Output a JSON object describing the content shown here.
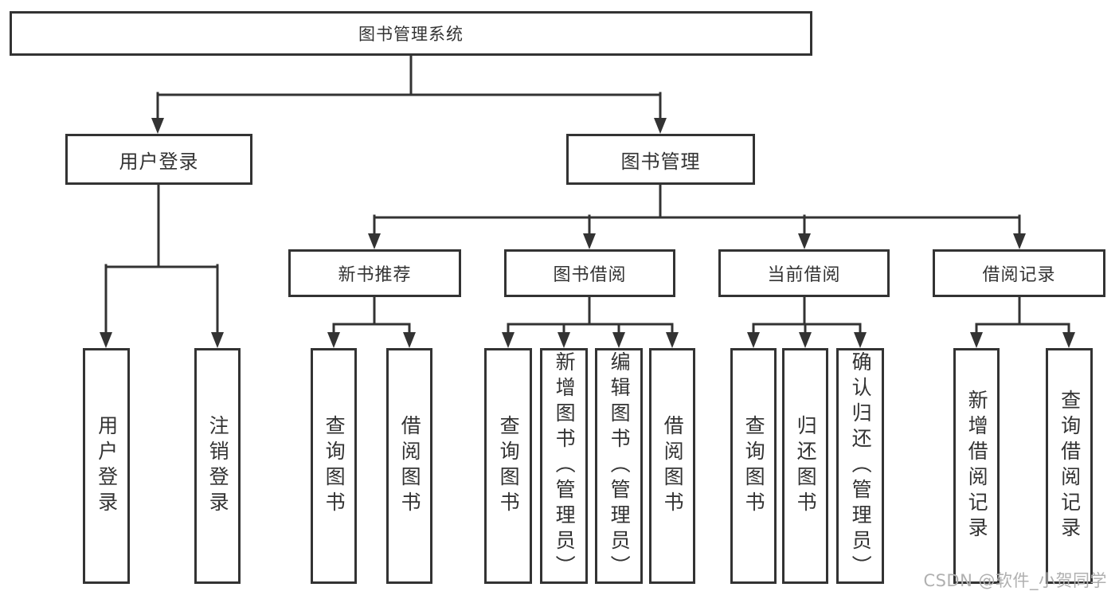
{
  "colors": {
    "background": "#ffffff",
    "line": "#333333",
    "text": "#333333",
    "watermark": "#b0b0b0"
  },
  "watermark": "CSDN @软件_小贺同学",
  "tree": {
    "root": "图书管理系统",
    "login": {
      "label": "用户登录",
      "children": [
        "用户登录",
        "注销登录"
      ]
    },
    "management": {
      "label": "图书管理",
      "sections": [
        {
          "label": "新书推荐",
          "children": [
            "查询图书",
            "借阅图书"
          ]
        },
        {
          "label": "图书借阅",
          "children": [
            "查询图书",
            "新增图书（管理员）",
            "编辑图书（管理员）",
            "借阅图书"
          ]
        },
        {
          "label": "当前借阅",
          "children": [
            "查询图书",
            "归还图书",
            "确认归还（管理员）"
          ]
        },
        {
          "label": "借阅记录",
          "children": [
            "新增借阅记录",
            "查询借阅记录"
          ]
        }
      ]
    }
  }
}
